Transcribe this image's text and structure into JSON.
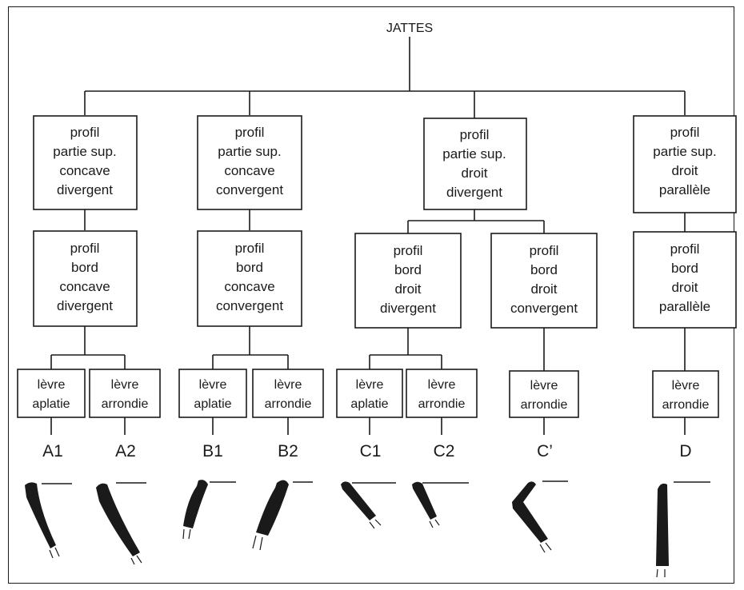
{
  "root": {
    "label": "JATTES"
  },
  "level1": [
    {
      "lines": [
        "profil",
        "partie sup.",
        "concave",
        "divergent"
      ]
    },
    {
      "lines": [
        "profil",
        "partie sup.",
        "concave",
        "convergent"
      ]
    },
    {
      "lines": [
        "profil",
        "partie sup.",
        "droit",
        "divergent"
      ]
    },
    {
      "lines": [
        "profil",
        "partie sup.",
        "droit",
        "parallèle"
      ]
    }
  ],
  "level2": [
    {
      "lines": [
        "profil",
        "bord",
        "concave",
        "divergent"
      ]
    },
    {
      "lines": [
        "profil",
        "bord",
        "concave",
        "convergent"
      ]
    },
    {
      "lines": [
        "profil",
        "bord",
        "droit",
        "divergent"
      ]
    },
    {
      "lines": [
        "profil",
        "bord",
        "droit",
        "convergent"
      ]
    },
    {
      "lines": [
        "profil",
        "bord",
        "droit",
        "parallèle"
      ]
    }
  ],
  "level3": [
    {
      "lines": [
        "lèvre",
        "aplatie"
      ]
    },
    {
      "lines": [
        "lèvre",
        "arrondie"
      ]
    },
    {
      "lines": [
        "lèvre",
        "aplatie"
      ]
    },
    {
      "lines": [
        "lèvre",
        "arrondie"
      ]
    },
    {
      "lines": [
        "lèvre",
        "aplatie"
      ]
    },
    {
      "lines": [
        "lèvre",
        "arrondie"
      ]
    },
    {
      "lines": [
        "lèvre",
        "arrondie"
      ]
    },
    {
      "lines": [
        "lèvre",
        "arrondie"
      ]
    }
  ],
  "types": [
    "A1",
    "A2",
    "B1",
    "B2",
    "C1",
    "C2",
    "C’",
    "D"
  ]
}
